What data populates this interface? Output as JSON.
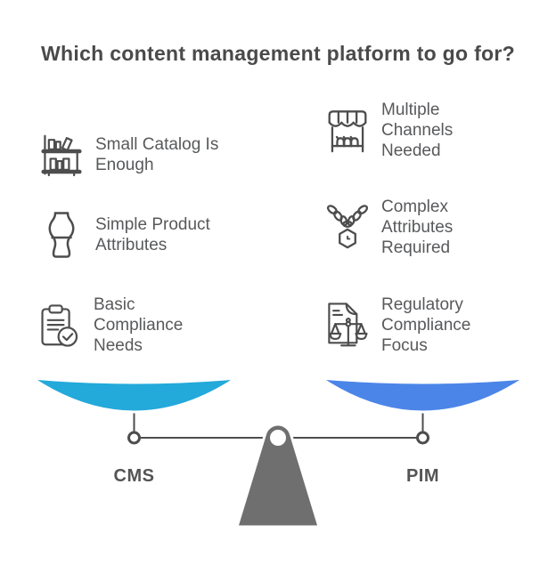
{
  "title": "Which content management platform to go for?",
  "colors": {
    "title_text": "#4a4a4a",
    "item_text": "#58595b",
    "icon_stroke": "#4d4d4d",
    "left_pan": "#23a9da",
    "right_pan": "#4b85e8",
    "fulcrum": "#6f6f6f",
    "beam": "#4d4d4d",
    "pan_label_text": "#545454"
  },
  "left_side": {
    "pan_label": "CMS",
    "items": [
      {
        "icon": "bookshelf-icon",
        "label": "Small Catalog Is\nEnough"
      },
      {
        "icon": "vase-icon",
        "label": "Simple Product\nAttributes"
      },
      {
        "icon": "clipboard-check-icon",
        "label": "Basic\nCompliance\nNeeds"
      }
    ]
  },
  "right_side": {
    "pan_label": "PIM",
    "items": [
      {
        "icon": "storefront-icon",
        "label": "Multiple\nChannels\nNeeded"
      },
      {
        "icon": "necklace-icon",
        "label": "Complex\nAttributes\nRequired"
      },
      {
        "icon": "document-scales-icon",
        "label": "Regulatory\nCompliance\nFocus"
      }
    ]
  }
}
